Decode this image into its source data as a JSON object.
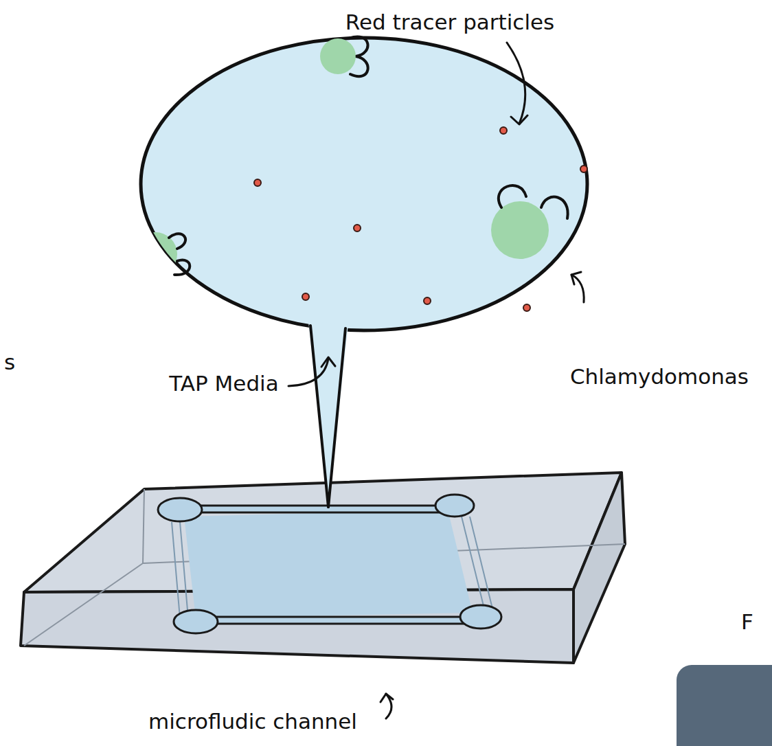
{
  "diagram": {
    "labels": [
      "Red tracer particles",
      "TAP Media",
      "Chlamydomonas",
      "microfludic channel",
      "s",
      "F"
    ]
  }
}
